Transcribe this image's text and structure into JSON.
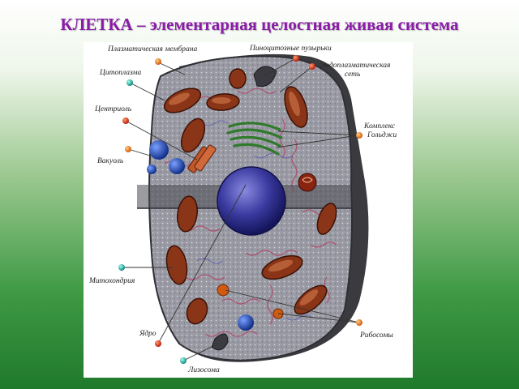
{
  "title": "КЛЕТКА – элементарная целостная живая система",
  "labels": {
    "plasma_membrane": "Плазматическая мембрана",
    "pinocytic_vesicles": "Пиноцитозные пузырьки",
    "er_line1": "Эндоплазматическая",
    "er_line2": "сеть",
    "cytoplasm": "Цитоплазма",
    "centriole": "Центриоль",
    "golgi_line1": "Комплекс",
    "golgi_line2": "Гольджи",
    "vacuole": "Вакуоль",
    "mitochondria": "Митохондрия",
    "nucleus": "Ядро",
    "ribosomes": "Рибосомы",
    "lysosome": "Лизосома"
  },
  "colors": {
    "title": "#8a1ca8",
    "cell_body": "#8d8e96",
    "cell_shadow": "#3b3b3f",
    "nucleus": "#3a3a9a",
    "mitochondria": "#8a3418",
    "golgi": "#2f7a2a",
    "vacuole": "#2448a8"
  }
}
